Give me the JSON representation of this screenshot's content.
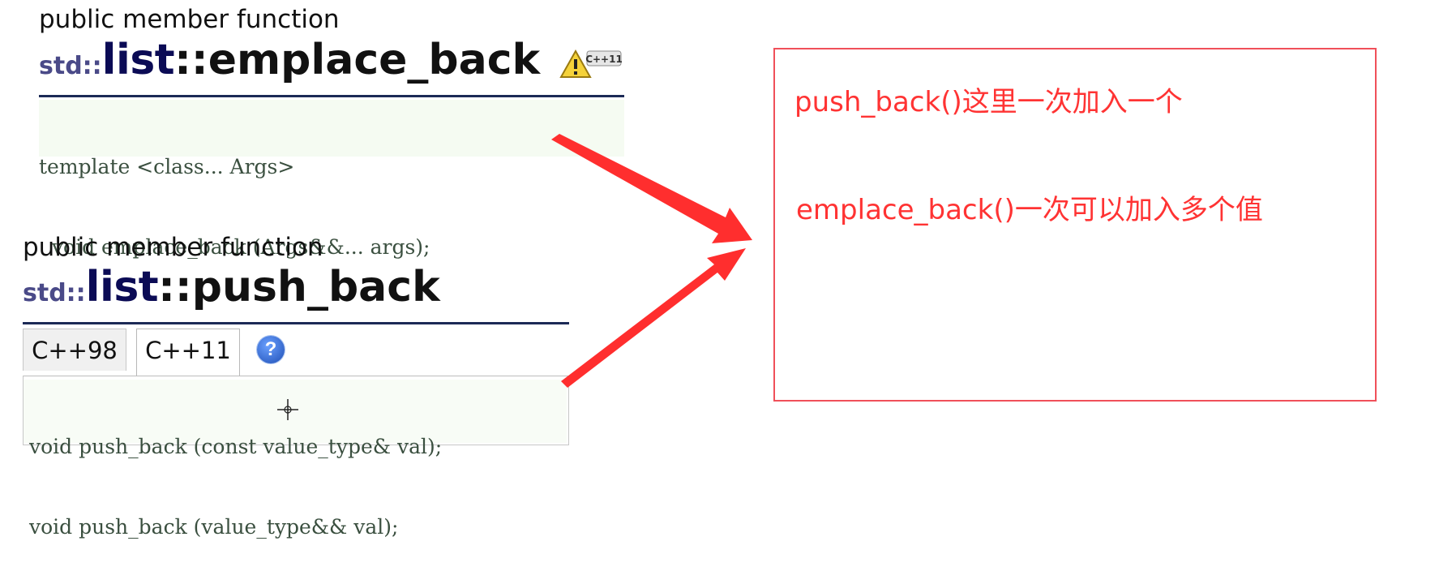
{
  "emplace": {
    "kind": "public member function",
    "namespace": "std::",
    "class_name": "list",
    "separator": "::",
    "function_name": "emplace_back",
    "badge": "C++11",
    "prototype_line1": "template <class... Args>",
    "prototype_line2": "  void emplace_back (Args&&... args);"
  },
  "push": {
    "kind": "public member function",
    "namespace": "std::",
    "class_name": "list",
    "separator": "::",
    "function_name": "push_back",
    "tabs": [
      {
        "label": "C++98",
        "active": false
      },
      {
        "label": "C++11",
        "active": true
      }
    ],
    "help_glyph": "?",
    "prototype_line1": "void push_back (const value_type& val);",
    "prototype_line2": "void push_back (value_type&& val);"
  },
  "notes": {
    "line1": "push_back()这里一次加入一个",
    "line2": "emplace_back()一次可以加入多个值"
  },
  "colors": {
    "annotation_red": "#ff3333",
    "title_rule": "#1c2a56",
    "prototype_bg": "#f5fbf2"
  }
}
